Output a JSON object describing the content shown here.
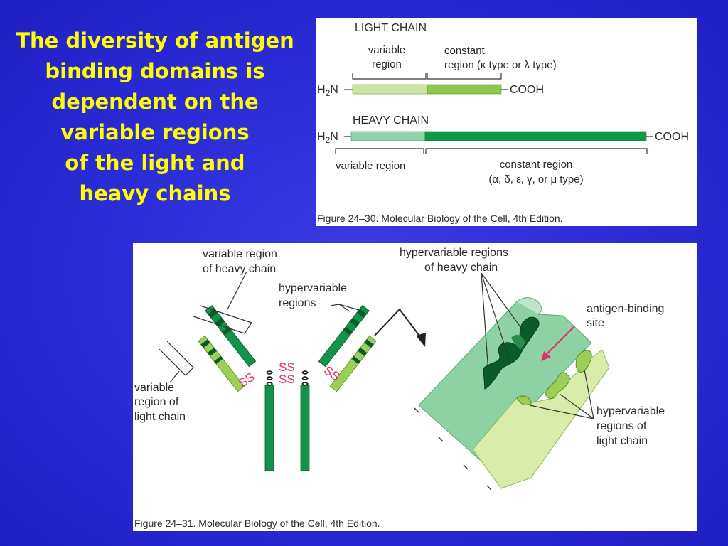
{
  "slide": {
    "title_lines": [
      "The diversity of antigen",
      "binding domains is",
      "dependent on the",
      "variable regions",
      "of the light and",
      "heavy chains"
    ]
  },
  "figure1": {
    "light_chain_title": "LIGHT CHAIN",
    "light_variable_label_line1": "variable",
    "light_variable_label_line2": "region",
    "light_constant_label_line1": "constant",
    "light_constant_label_line2": "region (κ type or λ type)",
    "n_terminus_prefix": "H",
    "n_terminus_sub": "2",
    "n_terminus_suffix": "N",
    "c_terminus": "COOH",
    "heavy_chain_title": "HEAVY CHAIN",
    "heavy_variable_label": "variable region",
    "heavy_constant_label_line1": "constant region",
    "heavy_constant_label_line2": "(α, δ, ε, γ, or μ type)",
    "caption": "Figure 24–30. Molecular Biology of the Cell, 4th Edition.",
    "colors": {
      "light_variable": "#cfe3a0",
      "light_constant": "#8cc850",
      "heavy_variable": "#8fd3a8",
      "heavy_constant": "#0f9a4a"
    }
  },
  "figure2": {
    "variable_heavy_label_line1": "variable region",
    "variable_heavy_label_line2": "of heavy chain",
    "hypervariable_label_line1": "hypervariable",
    "hypervariable_label_line2": "regions",
    "variable_light_label_line1": "variable",
    "variable_light_label_line2": "region of",
    "variable_light_label_line3": "light chain",
    "disulfide_label": "SS",
    "hv_heavy_label_line1": "hypervariable regions",
    "hv_heavy_label_line2": "of heavy chain",
    "antigen_site_label_line1": "antigen-binding",
    "antigen_site_label_line2": "site",
    "hv_light_label_line1": "hypervariable",
    "hv_light_label_line2": "regions of",
    "hv_light_label_line3": "light chain",
    "caption": "Figure 24–31. Molecular Biology of the Cell, 4th Edition.",
    "colors": {
      "heavy_chain": "#13924a",
      "light_chain": "#9ccf58",
      "hypervariable_band": "#0a5a2c",
      "heavy_domain_3d": "#8ed1a4",
      "light_domain_3d": "#d9ecaa",
      "disulfide": "#e0306a",
      "arrow": "#e0306a"
    }
  }
}
